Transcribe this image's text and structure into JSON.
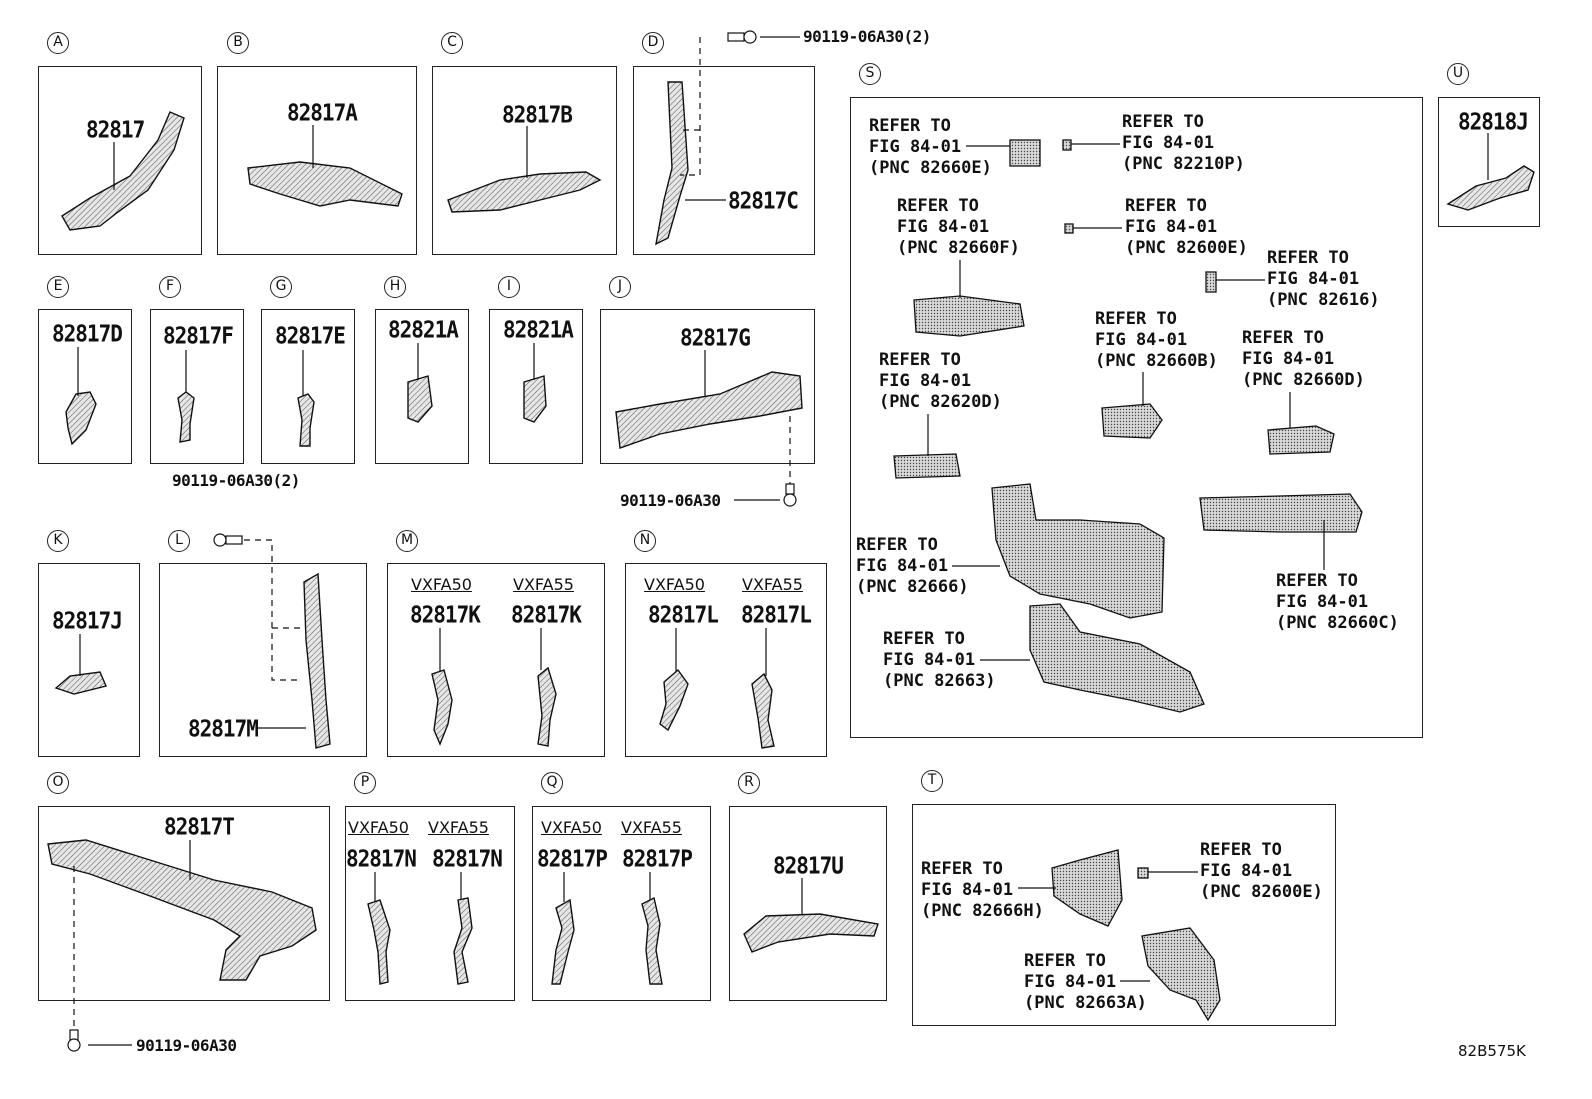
{
  "sections": {
    "A": {
      "label": "A",
      "part": "82817"
    },
    "B": {
      "label": "B",
      "part": "82817A"
    },
    "C": {
      "label": "C",
      "part": "82817B"
    },
    "D": {
      "label": "D",
      "part": "82817C",
      "bolt": "90119-06A30(2)"
    },
    "E": {
      "label": "E",
      "part": "82817D"
    },
    "F": {
      "label": "F",
      "part": "82817F"
    },
    "G": {
      "label": "G",
      "part": "82817E"
    },
    "H": {
      "label": "H",
      "part": "82821A"
    },
    "I": {
      "label": "I",
      "part": "82821A"
    },
    "J": {
      "label": "J",
      "part": "82817G",
      "bolt": "90119-06A30"
    },
    "K": {
      "label": "K",
      "part": "82817J"
    },
    "L": {
      "label": "L",
      "part": "82817M",
      "bolt": "90119-06A30(2)"
    },
    "M": {
      "label": "M",
      "var1": "VXFA50",
      "var2": "VXFA55",
      "part1": "82817K",
      "part2": "82817K"
    },
    "N": {
      "label": "N",
      "var1": "VXFA50",
      "var2": "VXFA55",
      "part1": "82817L",
      "part2": "82817L"
    },
    "O": {
      "label": "O",
      "part": "82817T",
      "bolt": "90119-06A30"
    },
    "P": {
      "label": "P",
      "var1": "VXFA50",
      "var2": "VXFA55",
      "part1": "82817N",
      "part2": "82817N"
    },
    "Q": {
      "label": "Q",
      "var1": "VXFA50",
      "var2": "VXFA55",
      "part1": "82817P",
      "part2": "82817P"
    },
    "R": {
      "label": "R",
      "part": "82817U"
    },
    "S": {
      "label": "S"
    },
    "T": {
      "label": "T"
    },
    "U": {
      "label": "U",
      "part": "82818J"
    }
  },
  "refs": {
    "r1": {
      "l1": "REFER TO",
      "l2": "FIG 84-01",
      "l3": "(PNC 82660E)"
    },
    "r2": {
      "l1": "REFER TO",
      "l2": "FIG 84-01",
      "l3": "(PNC 82210P)"
    },
    "r3": {
      "l1": "REFER TO",
      "l2": "FIG 84-01",
      "l3": "(PNC 82660F)"
    },
    "r4": {
      "l1": "REFER TO",
      "l2": "FIG 84-01",
      "l3": "(PNC 82600E)"
    },
    "r5": {
      "l1": "REFER TO",
      "l2": "FIG 84-01",
      "l3": "(PNC 82616)"
    },
    "r6": {
      "l1": "REFER TO",
      "l2": "FIG 84-01",
      "l3": "(PNC 82660B)"
    },
    "r7": {
      "l1": "REFER TO",
      "l2": "FIG 84-01",
      "l3": "(PNC 82660D)"
    },
    "r8": {
      "l1": "REFER TO",
      "l2": "FIG 84-01",
      "l3": "(PNC 82620D)"
    },
    "r9": {
      "l1": "REFER TO",
      "l2": "FIG 84-01",
      "l3": "(PNC 82666)"
    },
    "r10": {
      "l1": "REFER TO",
      "l2": "FIG 84-01",
      "l3": "(PNC 82660C)"
    },
    "r11": {
      "l1": "REFER TO",
      "l2": "FIG 84-01",
      "l3": "(PNC 82663)"
    },
    "t1": {
      "l1": "REFER TO",
      "l2": "FIG 84-01",
      "l3": "(PNC 82666H)"
    },
    "t2": {
      "l1": "REFER TO",
      "l2": "FIG 84-01",
      "l3": "(PNC 82600E)"
    },
    "t3": {
      "l1": "REFER TO",
      "l2": "FIG 84-01",
      "l3": "(PNC 82663A)"
    }
  },
  "diagram_code": "82B575K"
}
